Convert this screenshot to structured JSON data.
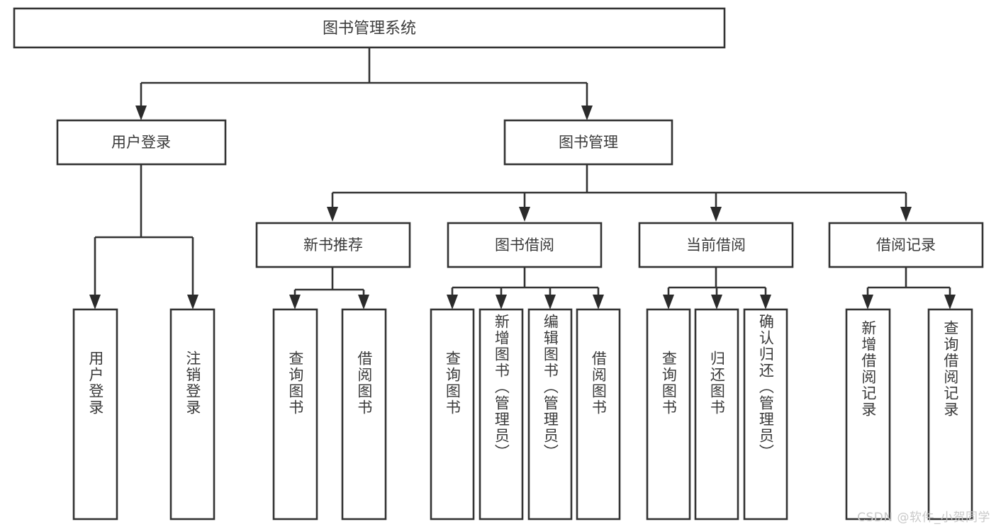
{
  "diagram": {
    "title": "图书管理系统",
    "type": "hierarchy-tree",
    "orientation": "top-down",
    "colors": {
      "box_fill": "#ffffff",
      "box_stroke": "#333333",
      "text": "#3a3a3a",
      "connector": "#333333",
      "background": "#ffffff",
      "watermark": "#c9c9c9"
    },
    "levels": 4,
    "root": {
      "label": "图书管理系统"
    },
    "level2": [
      {
        "label": "用户登录"
      },
      {
        "label": "图书管理"
      }
    ],
    "level3": [
      {
        "label": "新书推荐"
      },
      {
        "label": "图书借阅"
      },
      {
        "label": "当前借阅"
      },
      {
        "label": "借阅记录"
      }
    ],
    "leaves": {
      "user_login": [
        {
          "label": "用户登录"
        },
        {
          "label": "注销登录"
        }
      ],
      "new_book_recommend": [
        {
          "label": "查询图书"
        },
        {
          "label": "借阅图书"
        }
      ],
      "book_borrow": [
        {
          "label": "查询图书"
        },
        {
          "label": "新增图书（管理员）"
        },
        {
          "label": "编辑图书（管理员）"
        },
        {
          "label": "借阅图书"
        }
      ],
      "current_borrow": [
        {
          "label": "查询图书"
        },
        {
          "label": "归还图书"
        },
        {
          "label": "确认归还（管理员）"
        }
      ],
      "borrow_record": [
        {
          "label": "新增借阅记录"
        },
        {
          "label": "查询借阅记录"
        }
      ]
    }
  },
  "watermark": {
    "text": "CSDN @软件_小贺同学"
  }
}
